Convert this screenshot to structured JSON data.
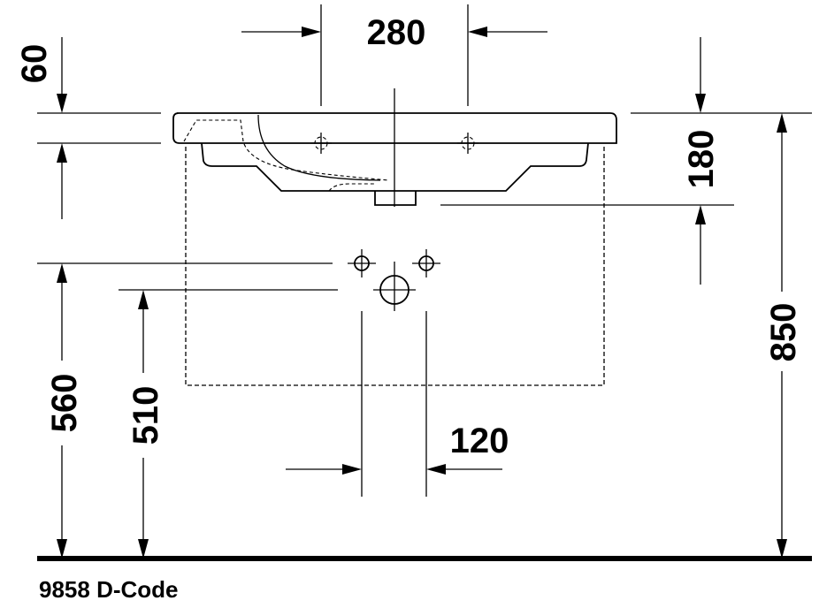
{
  "dimensions": {
    "top_width": "280",
    "rim_height": "60",
    "basin_depth": "180",
    "total_height": "850",
    "supply_height": "560",
    "drain_height": "510",
    "supply_spacing": "120"
  },
  "footer": {
    "code": "9858 D-Code"
  }
}
